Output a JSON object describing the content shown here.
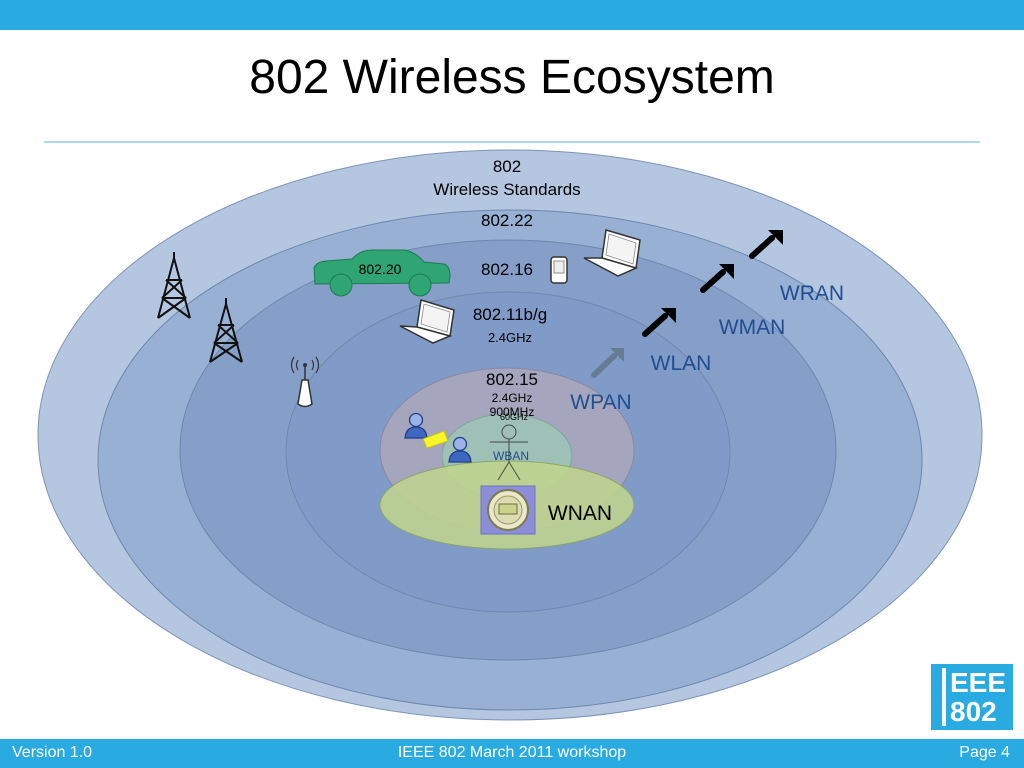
{
  "page": {
    "title": "802 Wireless Ecosystem"
  },
  "diagram": {
    "rings": {
      "outer_line1": "802",
      "outer_line2": "Wireless Standards",
      "std_80222": "802.22",
      "std_80216": "802.16",
      "std_car": "802.20",
      "std_80211": "802.11b/g",
      "std_80211_freq": "2.4GHz",
      "std_80215": "802.15",
      "std_80215_freq1": "2.4GHz",
      "std_80215_freq2": "900MHz",
      "std_80215_freq3": "60GHz",
      "wban": "WBAN",
      "wnan": "WNAN"
    },
    "network_labels": {
      "wpan": "WPAN",
      "wlan": "WLAN",
      "wman": "WMAN",
      "wran": "WRAN"
    },
    "colors": {
      "ring_outer": "#b4c6e0",
      "ring_2": "#97b0d4",
      "ring_3": "#869fc9",
      "ring_4": "#809bc8",
      "wpan_fill": "#a8a6bd",
      "wban_fill": "#9ec4b6",
      "wnan_fill": "#c2d68e",
      "arrow_dark": "#000000",
      "label_blue": "#1f4e91",
      "car": "#2ea573"
    }
  },
  "logo": {
    "line1": "EEE",
    "line2": "802"
  },
  "footer": {
    "left": "Version 1.0",
    "center": "IEEE 802 March 2011 workshop",
    "right": "Page 4"
  }
}
